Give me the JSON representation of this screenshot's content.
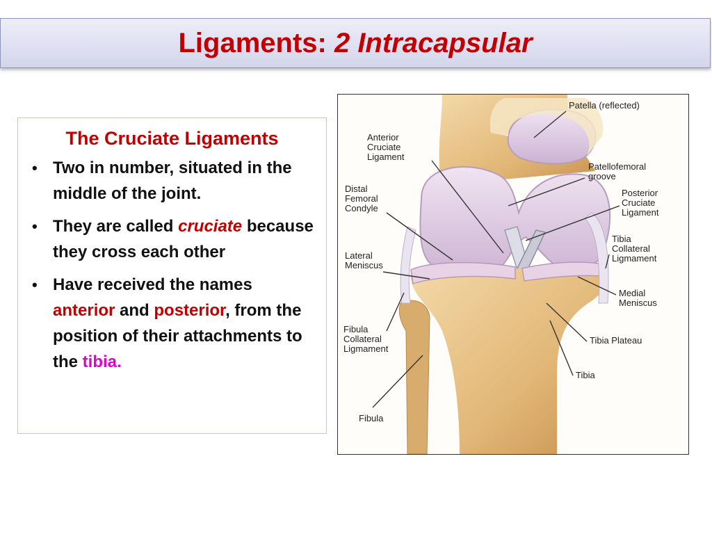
{
  "slide": {
    "title_main": "Ligaments: ",
    "title_emph": "2 Intracapsular"
  },
  "textbox": {
    "heading": "The Cruciate Ligaments",
    "bullet_glyph": "•",
    "bullet1": "Two in number, situated in the middle of the joint.",
    "bullet2_pre": "They are called ",
    "bullet2_term": "cruciate",
    "bullet2_post": " because they cross each other",
    "bullet3_pre": "Have received the names ",
    "bullet3_anterior": "anterior",
    "bullet3_and": " and ",
    "bullet3_posterior": "posterior",
    "bullet3_mid": ", from the position of their attachments to the ",
    "bullet3_tibia": "tibia."
  },
  "figure": {
    "labels": {
      "patella": "Patella (reflected)",
      "acl_1": "Anterior",
      "acl_2": "Cruciate",
      "acl_3": "Ligament",
      "pfg_1": "Patellofemoral",
      "pfg_2": "groove",
      "dfc_1": "Distal",
      "dfc_2": "Femoral",
      "dfc_3": "Condyle",
      "pcl_1": "Posterior",
      "pcl_2": "Cruciate",
      "pcl_3": "Ligament",
      "tcl_1": "Tibia",
      "tcl_2": "Collateral",
      "tcl_3": "Ligmament",
      "lm_1": "Lateral",
      "lm_2": "Meniscus",
      "mm_1": "Medial",
      "mm_2": "Meniscus",
      "fcl_1": "Fibula",
      "fcl_2": "Collateral",
      "fcl_3": "Ligmament",
      "tibia_plateau": "Tibia Plateau",
      "tibia": "Tibia",
      "fibula": "Fibula"
    }
  },
  "colors": {
    "title_red": "#c00000",
    "highlight_magenta": "#e100cc",
    "box_border": "#f3c16a"
  }
}
